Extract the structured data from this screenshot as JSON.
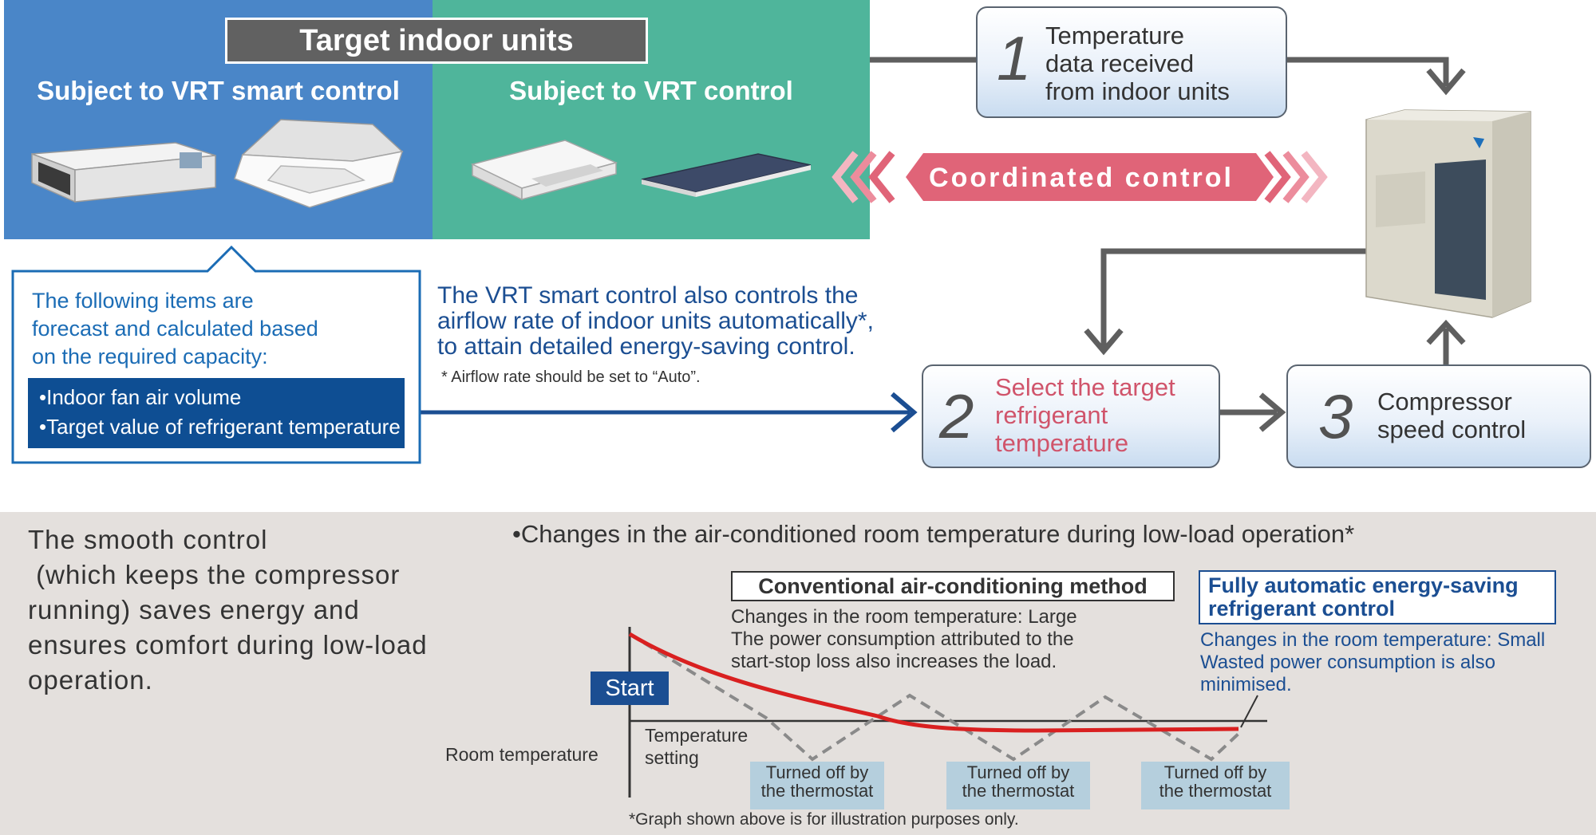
{
  "header": {
    "title": "Target indoor units",
    "smart_label": "Subject to VRT smart control",
    "vrt_label": "Subject to VRT control"
  },
  "coordinated_label": "Coordinated control",
  "steps": [
    {
      "number": "1",
      "lines": [
        "Temperature",
        "data received",
        "from indoor units"
      ]
    },
    {
      "number": "2",
      "lines": [
        "Select the target",
        "refrigerant",
        "temperature"
      ]
    },
    {
      "number": "3",
      "lines": [
        "Compressor",
        "speed control"
      ]
    }
  ],
  "callout": {
    "lines": [
      "The following items are",
      "forecast and calculated based",
      "on the required capacity:"
    ],
    "items": [
      "•Indoor fan air volume",
      "•Target value of refrigerant temperature"
    ]
  },
  "vrt_description": {
    "lines": [
      "The VRT smart control also controls the",
      "airflow rate of indoor units automatically*,",
      "to attain detailed energy-saving control."
    ],
    "note": "* Airflow rate should be set to “Auto”."
  },
  "bottom": {
    "smooth_lines": [
      "The smooth control",
      " (which keeps the compressor",
      "running) saves energy and",
      "ensures comfort during low-load",
      "operation."
    ],
    "graph_title": "•Changes in the air-conditioned room temperature during low-load operation*",
    "conventional": {
      "title": "Conventional air-conditioning method",
      "lines": [
        "Changes in the room temperature: Large",
        "The power consumption attributed to the",
        "start-stop loss also increases the load."
      ]
    },
    "automatic": {
      "title_lines": [
        "Fully automatic energy-saving",
        "refrigerant control"
      ],
      "lines": [
        "Changes in the room temperature: Small",
        "Wasted power consumption is also",
        "minimised."
      ]
    },
    "start_label": "Start",
    "temperature_setting": [
      "Temperature",
      "setting"
    ],
    "room_temperature": "Room temperature",
    "thermostat_labels": [
      [
        "Turned off by",
        "the thermostat"
      ],
      [
        "Turned off by",
        "the thermostat"
      ],
      [
        "Turned off by",
        "the thermostat"
      ]
    ],
    "note": "*Graph shown above is for illustration purposes only."
  },
  "colors": {
    "smart_panel": "#4a86c8",
    "vrt_panel": "#4fb59b",
    "coordinated": "#e06478",
    "accent_blue": "#1b4e92",
    "smooth_line": "#d92020",
    "conventional_line": "#8a8a8a"
  }
}
